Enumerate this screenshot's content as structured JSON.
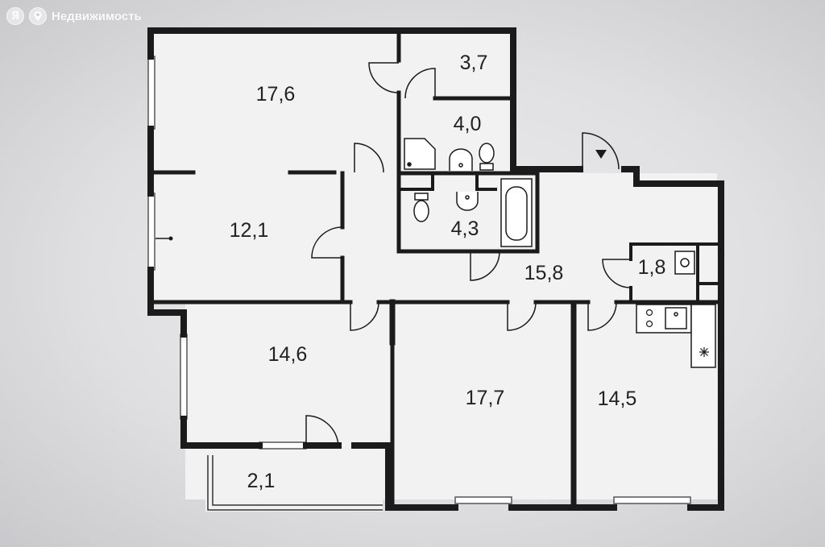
{
  "watermark": {
    "icon_letter": "Я",
    "icon2": "location-pin-icon",
    "text": "Недвижимость"
  },
  "rooms": [
    {
      "id": "room-bedroom-top",
      "area": "17,6"
    },
    {
      "id": "room-closet",
      "area": "3,7"
    },
    {
      "id": "room-shower",
      "area": "4,0"
    },
    {
      "id": "room-bedroom-mid",
      "area": "12,1"
    },
    {
      "id": "room-bathroom",
      "area": "4,3"
    },
    {
      "id": "room-hallway",
      "area": "15,8"
    },
    {
      "id": "room-pantry",
      "area": "1,8"
    },
    {
      "id": "room-bedroom-low",
      "area": "14,6"
    },
    {
      "id": "room-living",
      "area": "17,7"
    },
    {
      "id": "room-kitchen",
      "area": "14,5"
    },
    {
      "id": "room-balcony",
      "area": "2,1"
    }
  ],
  "colors": {
    "wall": "#1b1b1b",
    "floor": "#f2f2f2",
    "background": "#d9d9db"
  }
}
